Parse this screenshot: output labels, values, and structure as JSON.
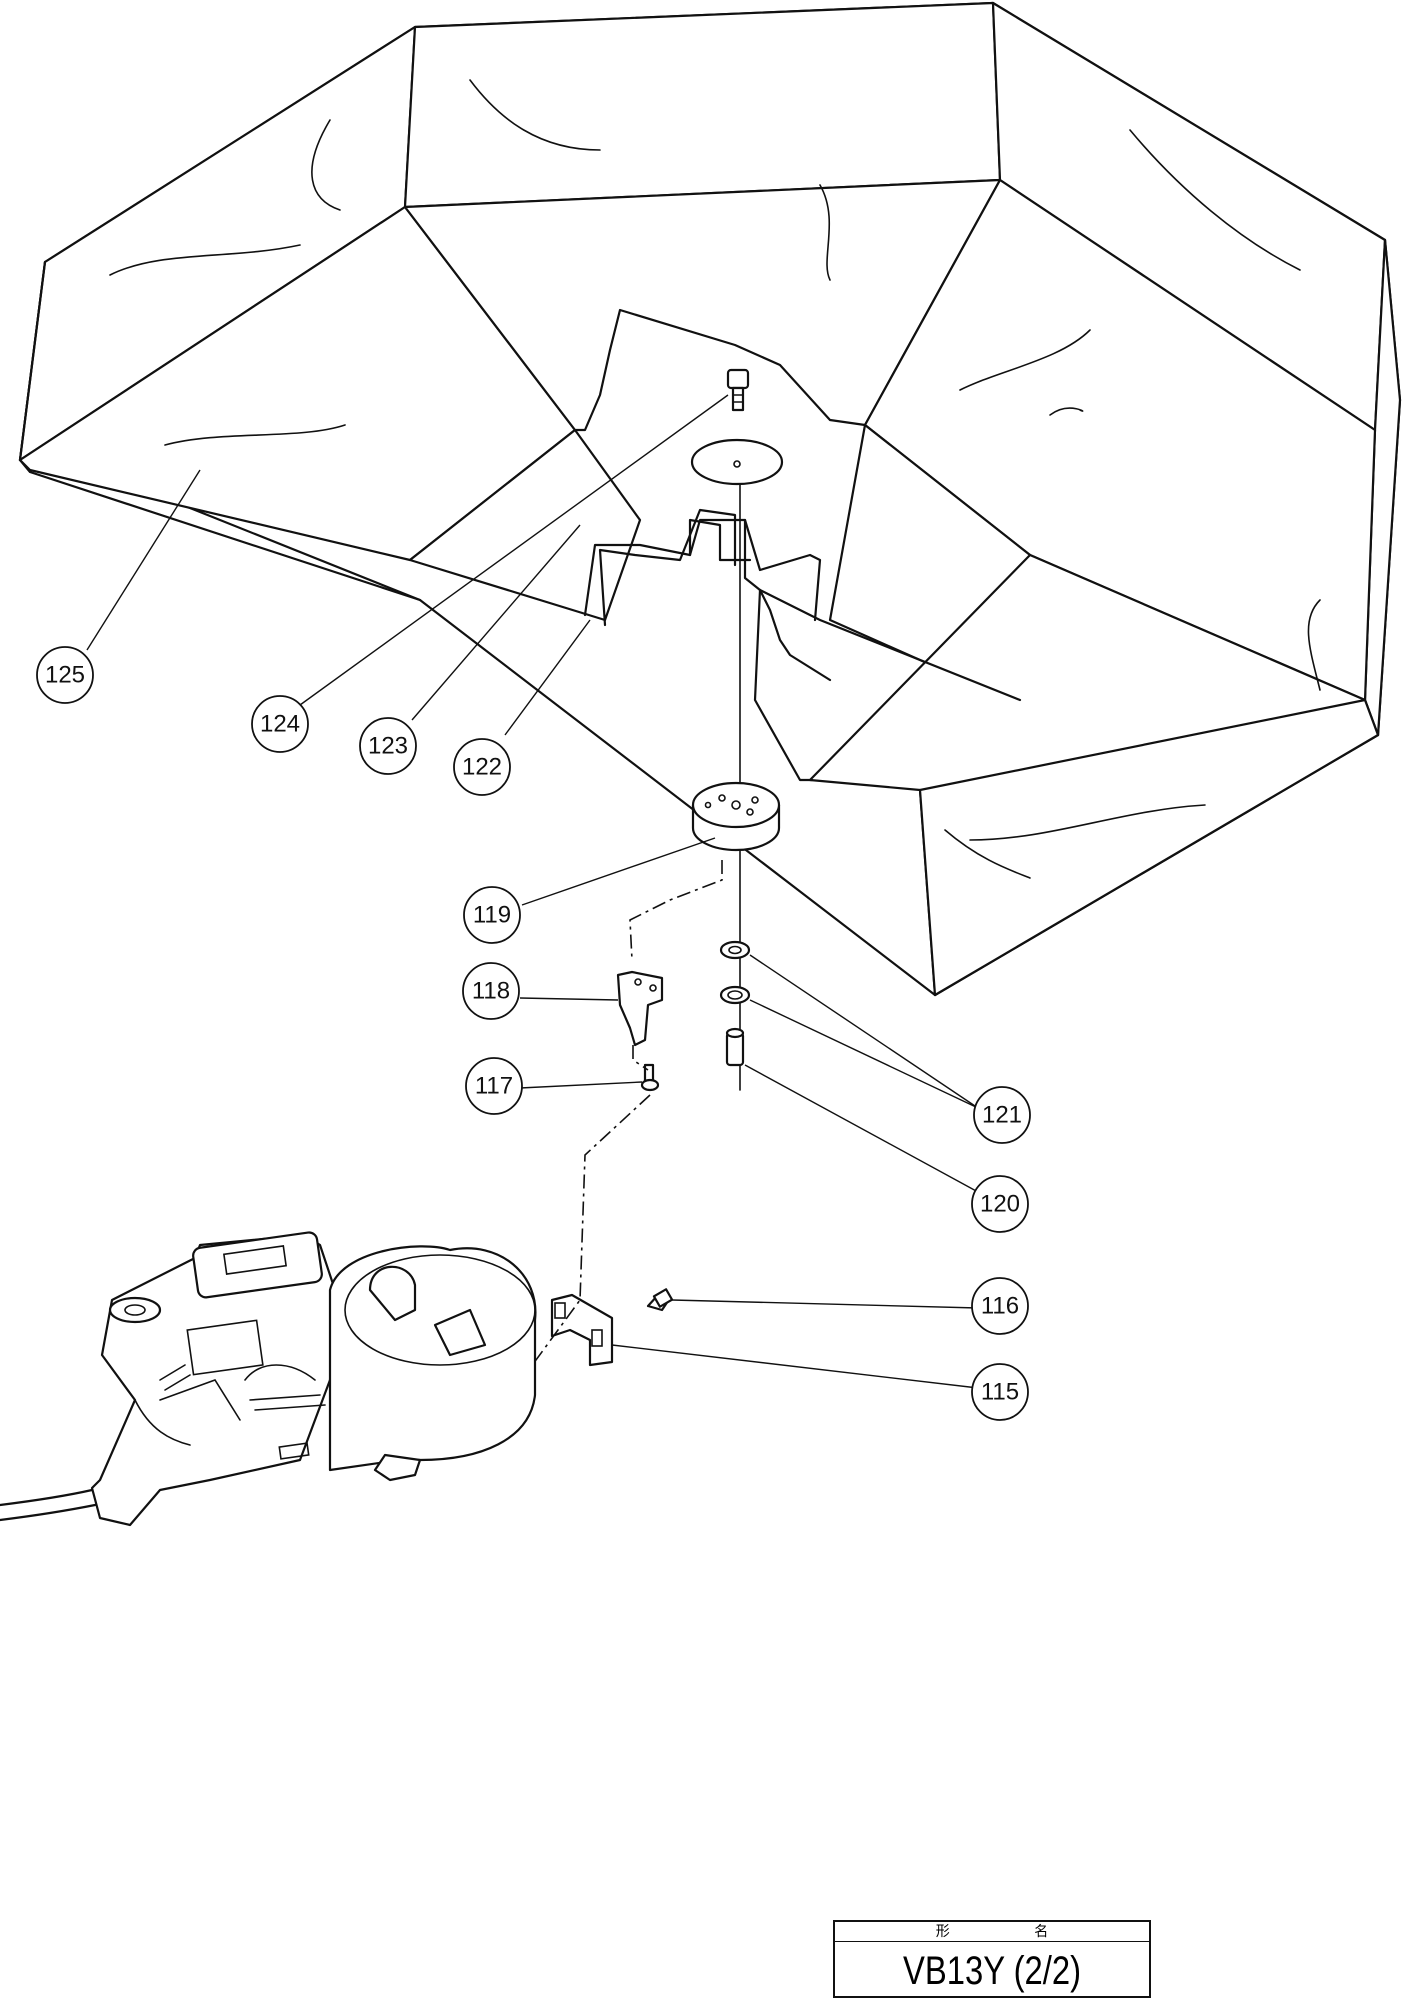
{
  "callouts": [
    {
      "id": "125",
      "label": "125"
    },
    {
      "id": "124",
      "label": "124"
    },
    {
      "id": "123",
      "label": "123"
    },
    {
      "id": "122",
      "label": "122"
    },
    {
      "id": "119",
      "label": "119"
    },
    {
      "id": "118",
      "label": "118"
    },
    {
      "id": "117",
      "label": "117"
    },
    {
      "id": "121",
      "label": "121"
    },
    {
      "id": "120",
      "label": "120"
    },
    {
      "id": "116",
      "label": "116"
    },
    {
      "id": "115",
      "label": "115"
    }
  ],
  "model_box": {
    "header": "形 名",
    "model": "VB13Y (2/2)"
  }
}
